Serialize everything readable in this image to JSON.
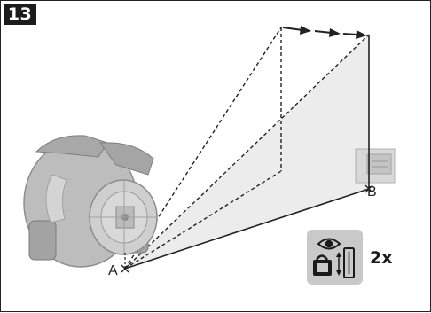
{
  "figure": {
    "number": "13",
    "point_a": "A",
    "point_b": "B",
    "repeat_count": "2x"
  },
  "icons": [
    "eye-icon",
    "laser-device-icon",
    "up-down-arrows-icon",
    "receiver-icon"
  ],
  "colors": {
    "badge_bg": "#1c1c1c",
    "beam_area": "#ececec",
    "device_body": "#b5b5b5",
    "icon_panel": "#c9c9c9"
  }
}
